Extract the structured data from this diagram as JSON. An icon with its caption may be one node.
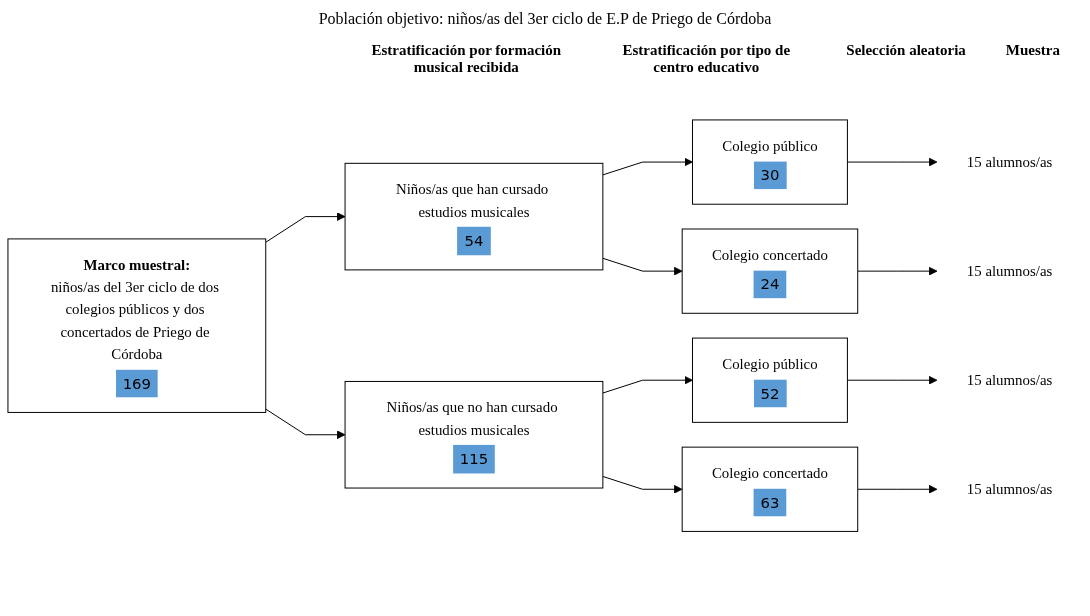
{
  "diagram": {
    "title": "Población objetivo: niños/as del 3er ciclo de E.P de Priego de Córdoba",
    "nodes": [
      {
        "text": [
          "Marco muestral:",
          "niños/as del 3er ciclo de dos colegios públicos y dos concertados de Priego de Córdoba",
          "169"
        ]
      },
      {
        "text": [
          "Niños/as que han cursado estudios musicales",
          "54"
        ]
      },
      {
        "text": [
          "Niños/as que no han cursado estudios musicales",
          "115"
        ]
      },
      {
        "text": [
          "Colegio público",
          "30"
        ]
      },
      {
        "text": [
          "Colegio concertado",
          "24"
        ]
      },
      {
        "text": [
          "Colegio público",
          "52"
        ]
      },
      {
        "text": [
          "Colegio concertado",
          "63"
        ]
      },
      {
        "text": [
          "15 alumnos/as"
        ]
      },
      {
        "text": [
          "15 alumnos/as"
        ]
      },
      {
        "text": [
          "15 alumnos/as"
        ]
      },
      {
        "text": [
          "15 alumnos/as"
        ]
      }
    ],
    "edges": [
      {
        "from": 0,
        "to": 1,
        "arrow": "to"
      },
      {
        "from": 0,
        "to": 2,
        "arrow": "to"
      },
      {
        "from": 1,
        "to": 3,
        "arrow": "to"
      },
      {
        "from": 1,
        "to": 4,
        "arrow": "to"
      },
      {
        "from": 2,
        "to": 5,
        "arrow": "to"
      },
      {
        "from": 2,
        "to": 6,
        "arrow": "to"
      },
      {
        "from": 3,
        "to": 7,
        "arrow": "to"
      },
      {
        "from": 4,
        "to": 8,
        "arrow": "to"
      },
      {
        "from": 5,
        "to": 9,
        "arrow": "to"
      },
      {
        "from": 6,
        "to": 10,
        "arrow": "to"
      }
    ],
    "labels": [
      "Estratificación por formación musical recibida",
      "Estratificación por tipo de centro educativo",
      "Selección aleatoria",
      "Muestra"
    ]
  }
}
